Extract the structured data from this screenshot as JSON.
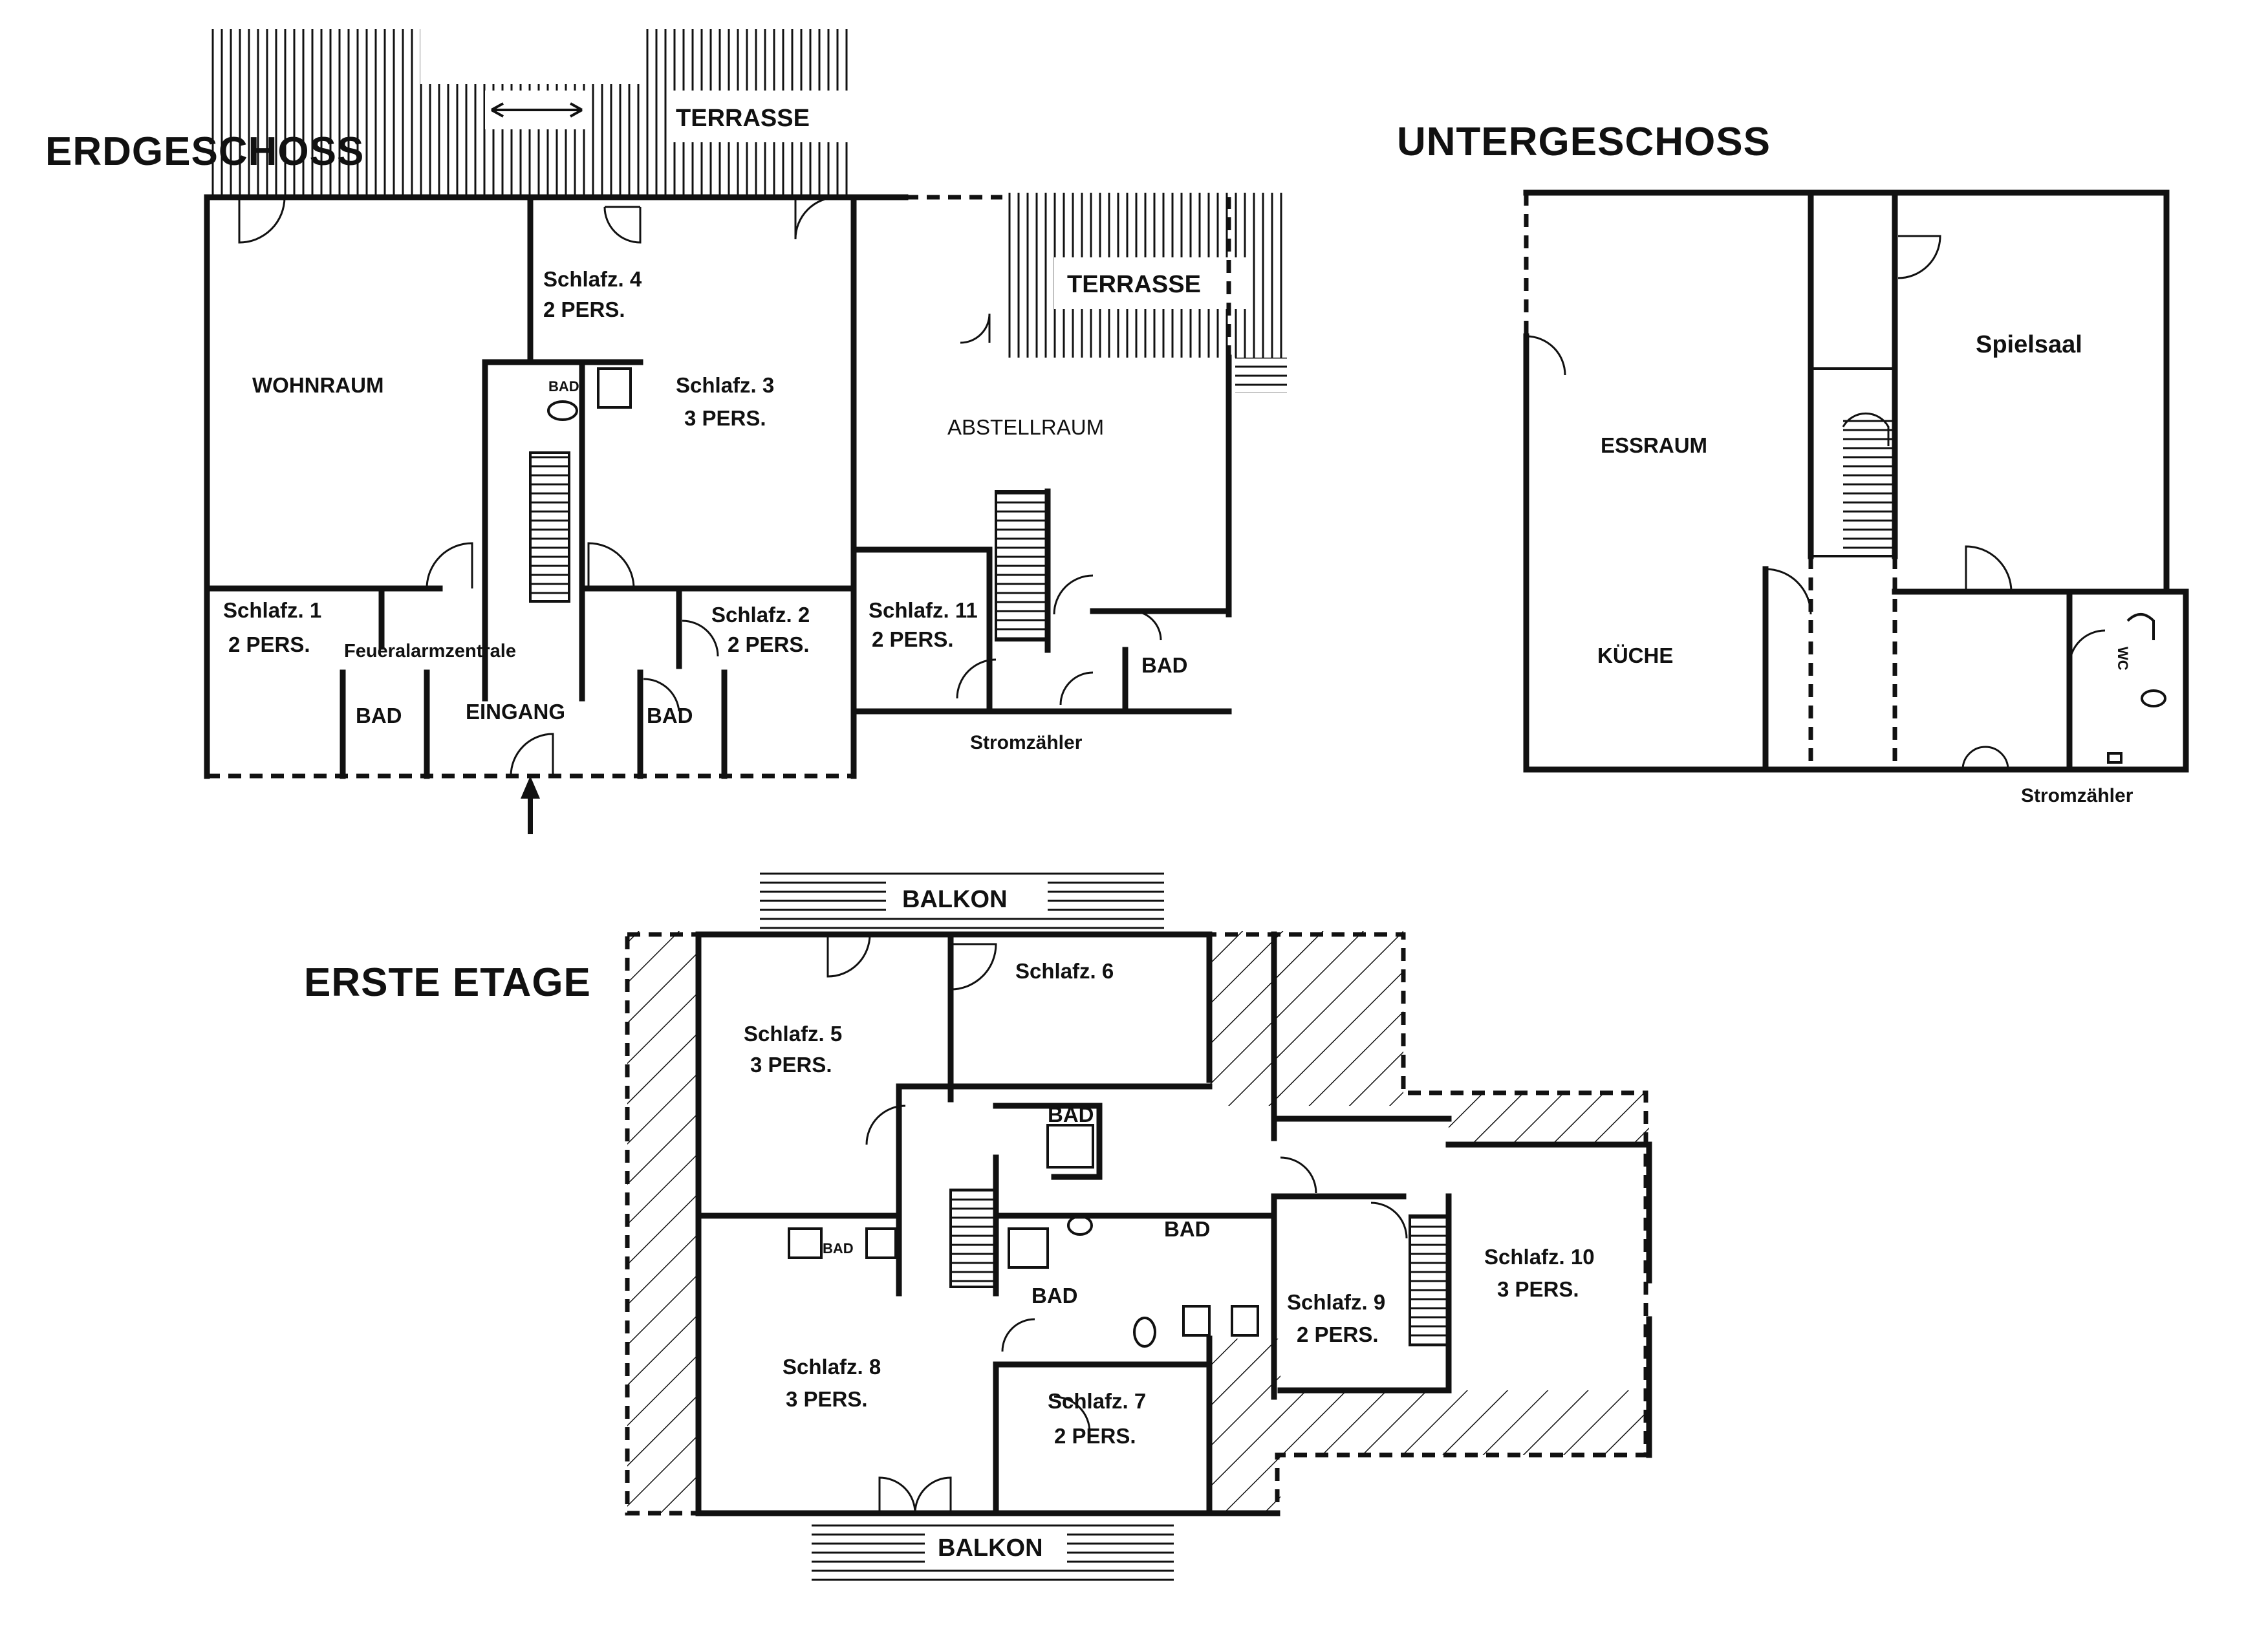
{
  "floors": {
    "erdgeschoss": {
      "title": "ERDGESCHOSS",
      "rooms": {
        "terrasse_top": "TERRASSE",
        "terrasse_right": "TERRASSE",
        "wohnraum": "WOHNRAUM",
        "schlafz4": "Schlafz. 4",
        "schlafz4_pers": "2 PERS.",
        "bad_small": "BAD",
        "schlafz3": "Schlafz. 3",
        "schlafz3_pers": "3 PERS.",
        "abstellraum": "ABSTELLRAUM",
        "schlafz1": "Schlafz. 1",
        "schlafz1_pers": "2 PERS.",
        "feueralarm": "Feueralarmzentrale",
        "schlafz2": "Schlafz. 2",
        "schlafz2_pers": "2 PERS.",
        "schlafz11": "Schlafz. 11",
        "schlafz11_pers": "2 PERS.",
        "bad_left": "BAD",
        "eingang": "EINGANG",
        "bad_mid": "BAD",
        "bad_right": "BAD",
        "stromzaehler": "Stromzähler"
      }
    },
    "untergeschoss": {
      "title": "UNTERGESCHOSS",
      "rooms": {
        "spielsaal": "Spielsaal",
        "essraum": "ESSRAUM",
        "kueche": "KÜCHE",
        "wc": "WC",
        "stromzaehler": "Stromzähler"
      }
    },
    "erste_etage": {
      "title": "ERSTE ETAGE",
      "rooms": {
        "balkon_top": "BALKON",
        "schlafz5": "Schlafz. 5",
        "schlafz5_pers": "3 PERS.",
        "schlafz6": "Schlafz. 6",
        "bad_a": "BAD",
        "bad_b": "BAD",
        "bad_small": "BAD",
        "bad_c": "BAD",
        "schlafz8": "Schlafz. 8",
        "schlafz8_pers": "3 PERS.",
        "schlafz7": "Schlafz. 7",
        "schlafz7_pers": "2 PERS.",
        "schlafz9": "Schlafz. 9",
        "schlafz9_pers": "2 PERS.",
        "schlafz10": "Schlafz. 10",
        "schlafz10_pers": "3 PERS.",
        "balkon_bottom": "BALKON"
      }
    }
  }
}
